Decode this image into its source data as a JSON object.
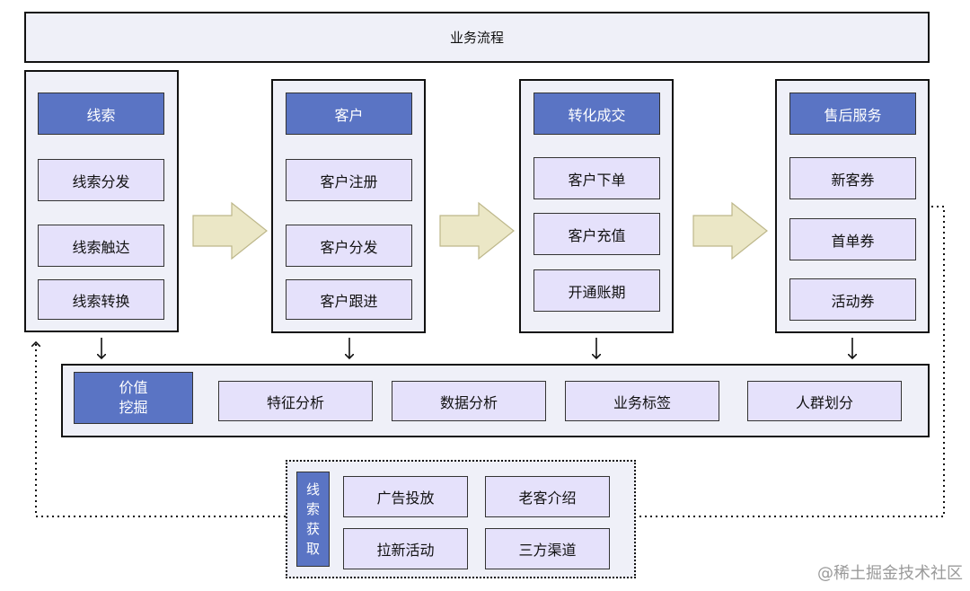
{
  "header": {
    "title": "业务流程"
  },
  "stages": [
    {
      "head": "线索",
      "items": [
        "线索分发",
        "线索触达",
        "线索转换"
      ]
    },
    {
      "head": "客户",
      "items": [
        "客户注册",
        "客户分发",
        "客户跟进"
      ]
    },
    {
      "head": "转化成交",
      "items": [
        "客户下单",
        "客户充值",
        "开通账期"
      ]
    },
    {
      "head": "售后服务",
      "items": [
        "新客券",
        "首单券",
        "活动券"
      ]
    }
  ],
  "value_mining": {
    "head_line1": "价值",
    "head_line2": "挖掘",
    "items": [
      "特征分析",
      "数据分析",
      "业务标签",
      "人群划分"
    ]
  },
  "lead_acquisition": {
    "head_chars": [
      "线",
      "索",
      "获",
      "取"
    ],
    "items": [
      "广告投放",
      "老客介绍",
      "拉新活动",
      "三方渠道"
    ]
  },
  "watermark": "@稀土掘金技术社区",
  "colors": {
    "accent": "#5a74c4",
    "item_fill": "#e5e1fb",
    "frame_fill": "#eff0f8",
    "arrow_fill": "#ebe7c6"
  }
}
